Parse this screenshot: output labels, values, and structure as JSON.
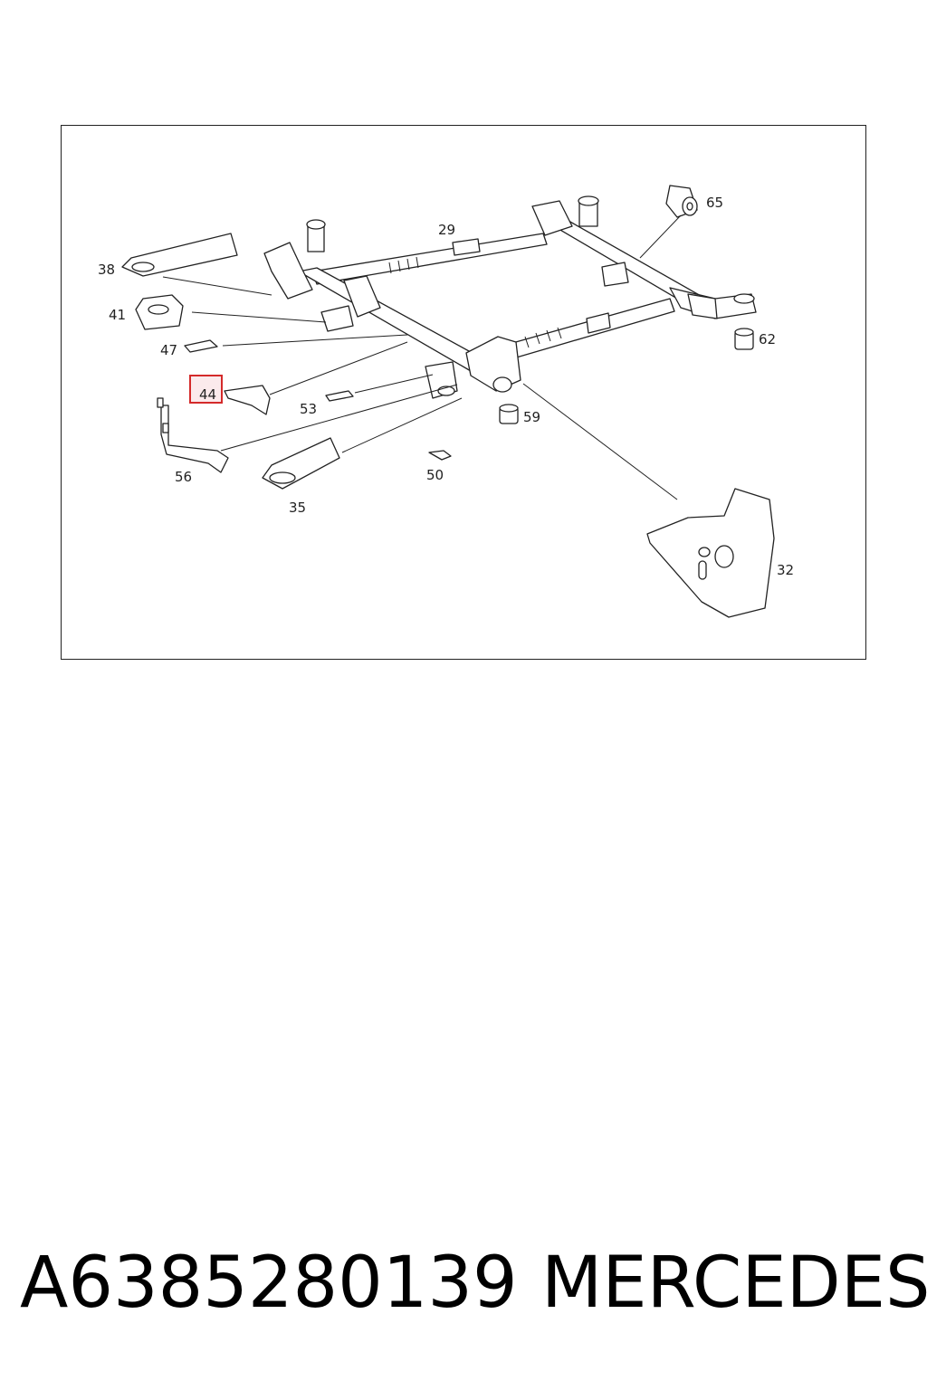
{
  "callouts": {
    "c29": "29",
    "c65": "65",
    "c38": "38",
    "c41": "41",
    "c47": "47",
    "c44": "44",
    "c53": "53",
    "c62": "62",
    "c59": "59",
    "c56": "56",
    "c50": "50",
    "c35": "35",
    "c32": "32"
  },
  "highlighted_callout": "44",
  "footer": {
    "part_number": "A6385280139",
    "brand": "MERCEDES"
  },
  "colors": {
    "highlight_border": "#d42a2a",
    "line": "#222222"
  }
}
